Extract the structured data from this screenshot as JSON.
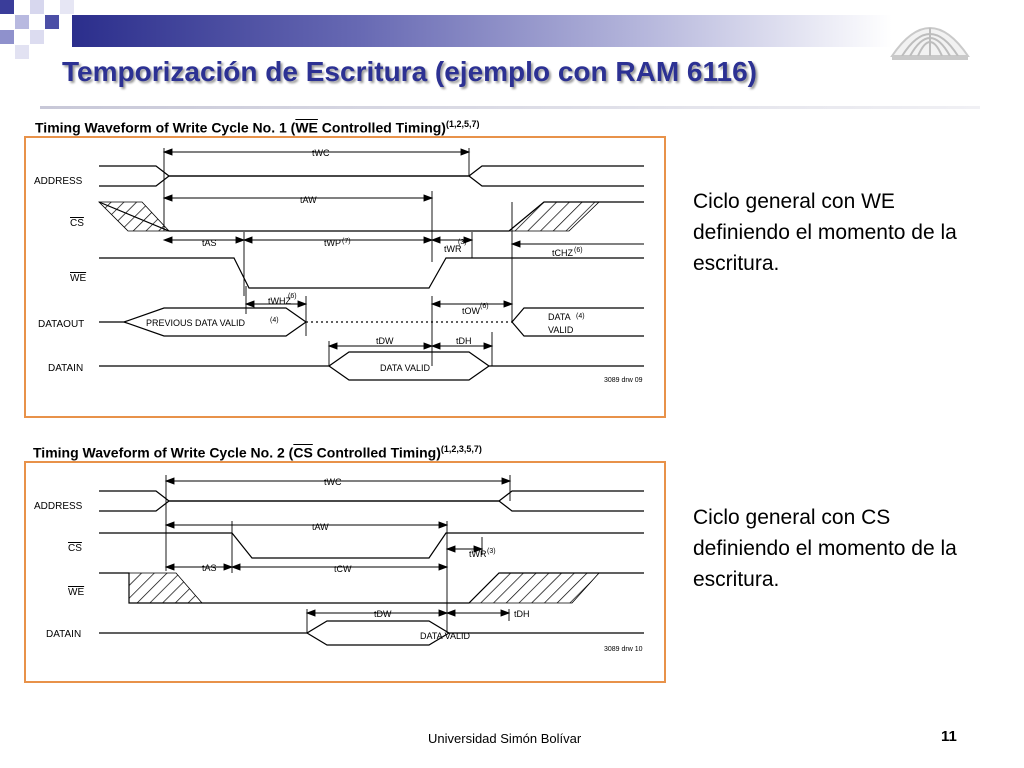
{
  "slide": {
    "title": "Temporización de Escritura (ejemplo con RAM 6116)",
    "footer": "Universidad Simón Bolívar",
    "page_number": "11"
  },
  "diagram1": {
    "title_prefix": "Timing Waveform of Write Cycle No. 1 (",
    "title_signal": "WE",
    "title_suffix": " Controlled Timing)",
    "title_notes": "(1,2,5,7)",
    "description": "Ciclo general con WE definiendo el momento de la escritura.",
    "signals": {
      "address": "ADDRESS",
      "cs": "CS",
      "we": "WE",
      "data_out": "DATAOUT",
      "data_in": "DATAIN"
    },
    "timings": {
      "twc": "tWC",
      "taw": "tAW",
      "tas": "tAS",
      "twp": "tWP",
      "twp_note": "(7)",
      "twr": "tWR",
      "twr_note": "(3)",
      "tchz": "tCHZ",
      "tchz_note": "(6)",
      "twhz": "tWHZ",
      "twhz_note": "(6)",
      "tow": "tOW",
      "tow_note": "(6)",
      "tdw": "tDW",
      "tdh": "tDH"
    },
    "labels": {
      "previous_data_valid": "PREVIOUS DATA VALID",
      "prev_note": "(4)",
      "data_valid_out_1": "DATA",
      "data_valid_out_2": "VALID",
      "data_out_note": "(4)",
      "data_valid_in": "DATA VALID",
      "drawing_code": "3089 drw 09"
    }
  },
  "diagram2": {
    "title_prefix": "Timing Waveform of Write Cycle No. 2 (",
    "title_signal": "CS",
    "title_suffix": " Controlled Timing)",
    "title_notes": "(1,2,3,5,7)",
    "description": "Ciclo general con CS definiendo el momento de la escritura.",
    "signals": {
      "address": "ADDRESS",
      "cs": "CS",
      "we": "WE",
      "data_in": "DATAIN"
    },
    "timings": {
      "twc": "tWC",
      "taw": "tAW",
      "tas": "tAS",
      "tcw": "tCW",
      "twr": "tWR",
      "twr_note": "(3)",
      "tdw": "tDW",
      "tdh": "tDH"
    },
    "labels": {
      "data_valid_in": "DATA VALID",
      "drawing_code": "3089 drw 10"
    }
  },
  "colors": {
    "title": "#2c3193",
    "frame": "#e8924a"
  }
}
